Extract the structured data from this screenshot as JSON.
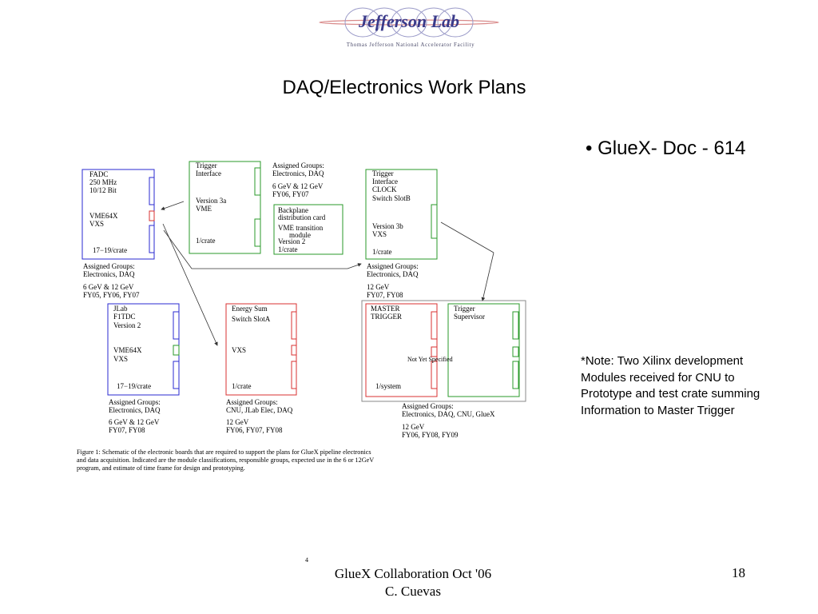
{
  "logo": {
    "wordmark": "Jefferson Lab",
    "subtitle": "Thomas Jefferson National Accelerator Facility"
  },
  "title": "DAQ/Electronics Work Plans",
  "bullet": "GlueX- Doc - 614",
  "note": [
    "*Note:  Two Xilinx development",
    "Modules received for CNU to",
    "Prototype and test crate summing",
    "Information to Master Trigger"
  ],
  "diagram": {
    "fadc": {
      "lines": [
        "FADC",
        "250 MHz",
        "10/12 Bit",
        "VME64X",
        "VXS",
        "17−19/crate"
      ],
      "groups": [
        "Assigned Groups:",
        "Electronics, DAQ",
        "6 GeV & 12 GeV",
        "FY05, FY06, FY07"
      ]
    },
    "ti3a": {
      "lines": [
        "Trigger",
        "Interface",
        "Version 3a",
        "VME",
        "1/crate"
      ],
      "groups": [
        "Assigned Groups:",
        "Electronics, DAQ",
        "6 GeV & 12 GeV",
        "FY06, FY07"
      ]
    },
    "backplane": {
      "lines": [
        "Backplane",
        "distribution card",
        "VME transition",
        "module",
        "Version 2",
        "1/crate"
      ]
    },
    "ti3b": {
      "lines": [
        "Trigger",
        "Interface",
        "CLOCK",
        "Switch SlotB",
        "Version 3b",
        "VXS",
        "1/crate"
      ],
      "groups": [
        "Assigned Groups:",
        "Electronics, DAQ",
        "12 GeV",
        "FY07, FY08"
      ]
    },
    "tdc": {
      "lines": [
        "JLab",
        "F1TDC",
        "Version 2",
        "VME64X",
        "VXS",
        "17−19/crate"
      ],
      "groups": [
        "Assigned Groups:",
        "Electronics, DAQ",
        "6 GeV & 12 GeV",
        "FY07, FY08"
      ]
    },
    "esum": {
      "lines": [
        "Energy Sum",
        "Switch SlotA",
        "VXS",
        "1/crate"
      ],
      "groups": [
        "Assigned Groups:",
        "CNU, JLab Elec, DAQ",
        "12 GeV",
        "FY06, FY07, FY08"
      ]
    },
    "mt": {
      "lines": [
        "MASTER",
        "TRIGGER",
        "1/system"
      ],
      "groups": [
        "Assigned Groups:",
        "Electronics, DAQ, CNU, GlueX",
        "12 GeV",
        "FY06, FY08, FY09"
      ]
    },
    "ts": {
      "lines": [
        "Trigger",
        "Supervisor"
      ]
    },
    "not_specified": "Not Yet Specified",
    "caption": [
      "Figure 1:  Schematic of the electronic boards that are required to support the plans for GlueX pipeline electronics",
      "and data acquisition.  Indicated are the module classifications, responsible groups, expected use in the 6 or 12GeV",
      "program, and estimate of time frame for design and prototyping."
    ]
  },
  "footer": {
    "line1": "GlueX Collaboration Oct '06",
    "line2": "C. Cuevas",
    "page": "18",
    "sup": "4"
  },
  "colors": {
    "blue": "#2a2ad0",
    "green": "#2a9a2a",
    "red": "#d83030",
    "gray": "#888888"
  }
}
